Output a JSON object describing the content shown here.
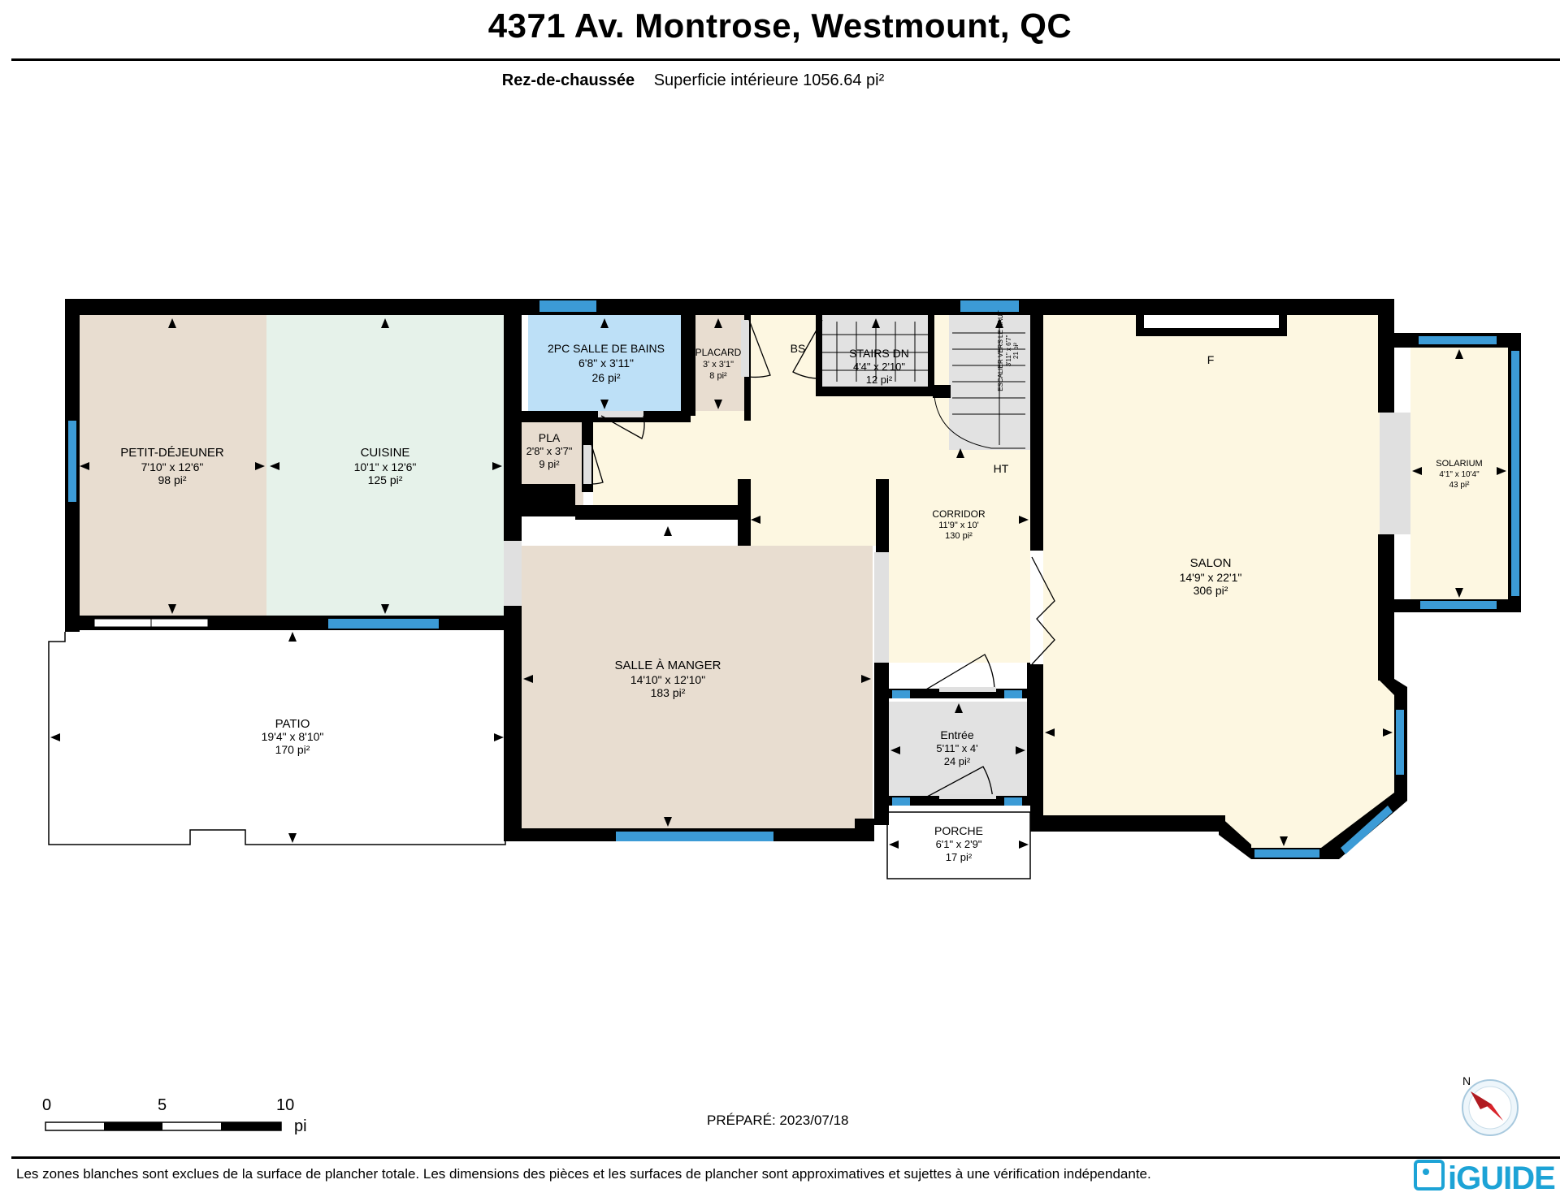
{
  "header": {
    "address": "4371 Av. Montrose, Westmount, QC",
    "floor_name": "Rez-de-chaussée",
    "area_label": "Superficie intérieure 1056.64 pi²"
  },
  "rooms": {
    "petit_dejeuner": {
      "name": "PETIT-DÉJEUNER",
      "dims": "7'10\" x 12'6\"",
      "area": "98 pi²"
    },
    "cuisine": {
      "name": "CUISINE",
      "dims": "10'1\" x 12'6\"",
      "area": "125 pi²"
    },
    "salle_de_bains": {
      "name": "2PC SALLE DE BAINS",
      "dims": "6'8\" x 3'11\"",
      "area": "26 pi²"
    },
    "placard": {
      "name": "PLACARD",
      "dims": "3' x 3'1\"",
      "area": "8 pi²"
    },
    "pla": {
      "name": "PLA",
      "dims": "2'8\" x 3'7\"",
      "area": "9 pi²"
    },
    "stairs": {
      "name": "STAIRS DN",
      "dims": "4'4\" x 2'10\"",
      "area": "12 pi²"
    },
    "escalier": {
      "name": "ESCALIER VERS LE HAUT",
      "dims": "3'11\" x 6'7\"",
      "area": "21 pi²"
    },
    "corridor": {
      "name": "CORRIDOR",
      "dims": "11'9\" x 10'",
      "area": "130 pi²"
    },
    "salle_a_manger": {
      "name": "SALLE À MANGER",
      "dims": "14'10\" x 12'10\"",
      "area": "183 pi²"
    },
    "patio": {
      "name": "PATIO",
      "dims": "19'4\" x 8'10\"",
      "area": "170 pi²"
    },
    "entree": {
      "name": "Entrée",
      "dims": "5'11\" x 4'",
      "area": "24 pi²"
    },
    "porche": {
      "name": "PORCHE",
      "dims": "6'1\" x 2'9\"",
      "area": "17 pi²"
    },
    "salon": {
      "name": "SALON",
      "dims": "14'9\" x 22'1\"",
      "area": "306 pi²"
    },
    "solarium": {
      "name": "SOLARIUM",
      "dims": "4'1\" x 10'4\"",
      "area": "43 pi²"
    }
  },
  "labels": {
    "bs": "BS",
    "ht": "HT",
    "f": "F"
  },
  "scale": {
    "zero": "0",
    "five": "5",
    "ten": "10",
    "unit": "pi"
  },
  "compass": {
    "north": "N"
  },
  "prepared": "PRÉPARÉ: 2023/07/18",
  "footer_note": "Les zones blanches sont exclues de la surface de plancher totale. Les dimensions des pièces et les surfaces de plancher sont approximatives et sujettes à une vérification indépendante.",
  "logo": "iGUIDE",
  "colors": {
    "wall": "#000000",
    "window": "#3c9bd6",
    "petit_dejeuner": "#e8ddd0",
    "cuisine": "#e6f2ea",
    "salle_de_bains": "#bde0f7",
    "placard": "#e8ddd0",
    "corridor": "#fdf7e1",
    "salle_a_manger": "#e8ddd0",
    "salon": "#fdf7e1",
    "solarium": "#fdf7e1",
    "entree": "#e2e2e2",
    "stairs": "#e2e2e2"
  }
}
